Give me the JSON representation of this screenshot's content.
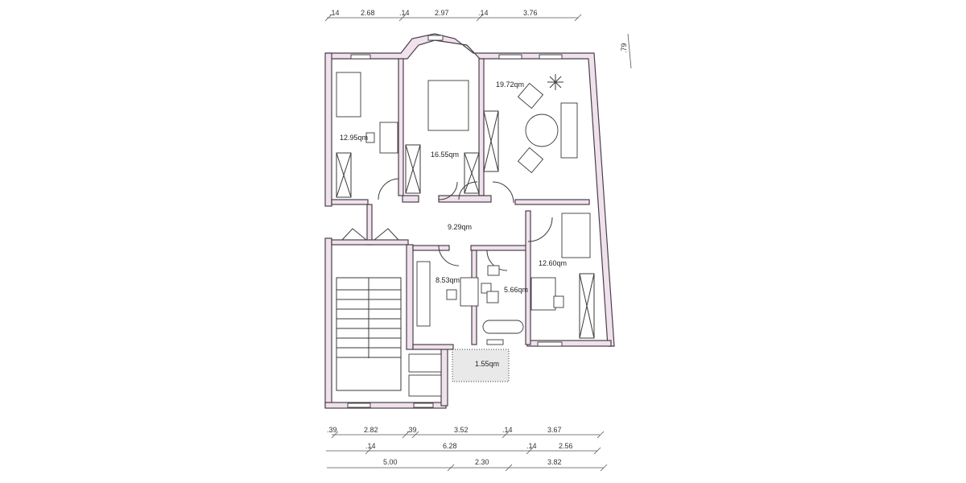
{
  "dimensions": {
    "top": [
      ".14",
      "2.68",
      ".14",
      "2.97",
      ".14",
      "3.76"
    ],
    "right": [
      ".79"
    ],
    "bottom_row1": [
      ".39",
      "2.82",
      ".39",
      "3.52",
      ".14",
      "3.67"
    ],
    "bottom_row2": [
      ".14",
      "6.28",
      ".14",
      "2.56"
    ],
    "bottom_row3": [
      "5.00",
      "2.30",
      "3.82"
    ]
  },
  "rooms": {
    "bedroom_left": "12.95qm",
    "bedroom_bay": "16.55qm",
    "living_room": "19.72qm",
    "hallway": "9.29qm",
    "kitchen": "8.53qm",
    "bathroom": "5.66qm",
    "room_right": "12.60qm",
    "balcony": "1.55qm"
  },
  "colors": {
    "wall": "#4a3f4a",
    "wall_fill": "#efe2ec"
  }
}
